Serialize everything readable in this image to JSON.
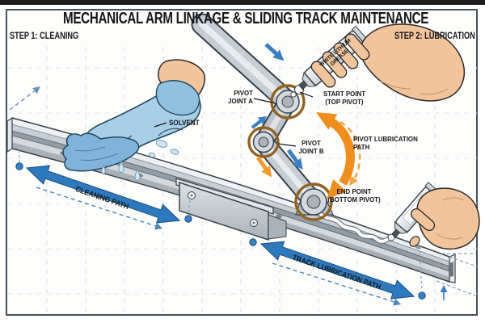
{
  "title": "MECHANICAL ARM LINKAGE & SLIDING TRACK MAINTENANCE",
  "steps": {
    "step1": "STEP 1: CLEANING",
    "step2": "STEP 2: LUBRICATION"
  },
  "labels": {
    "solvent": "SOLVENT",
    "pivot_joint_a": {
      "line1": "PIVOT",
      "line2": "JOINT A"
    },
    "start_point": {
      "line1": "START POINT",
      "line2": "(TOP PIVOT)"
    },
    "pivot_joint_b": {
      "line1": "PIVOT",
      "line2": "JOINT B"
    },
    "pivot_lubrication_path": {
      "line1": "PIVOT LUBRICATION",
      "line2": "PATH"
    },
    "end_point": {
      "line1": "END POINT",
      "line2": "(BOTTOM PIVOT)"
    },
    "cleaning_path": "CLEANING PATH",
    "track_lubrication_path": "TRACK LUBRICATION PATH"
  },
  "product": {
    "grease_tube": {
      "line1": "WHITE LITHIUM",
      "line2": "GREASE"
    }
  },
  "colors": {
    "arrow_blue": "#2e79bd",
    "arrow_orange": "#ef8d1d",
    "pivot_ring_brown": "#94611f",
    "glove_blue": "#a9cfe7",
    "cloth_blue": "#7fb3d9",
    "skin": "#f2c49c",
    "metal_light": "#e8ebee",
    "metal_dark": "#6e777f",
    "frame_border": "#46525c"
  }
}
